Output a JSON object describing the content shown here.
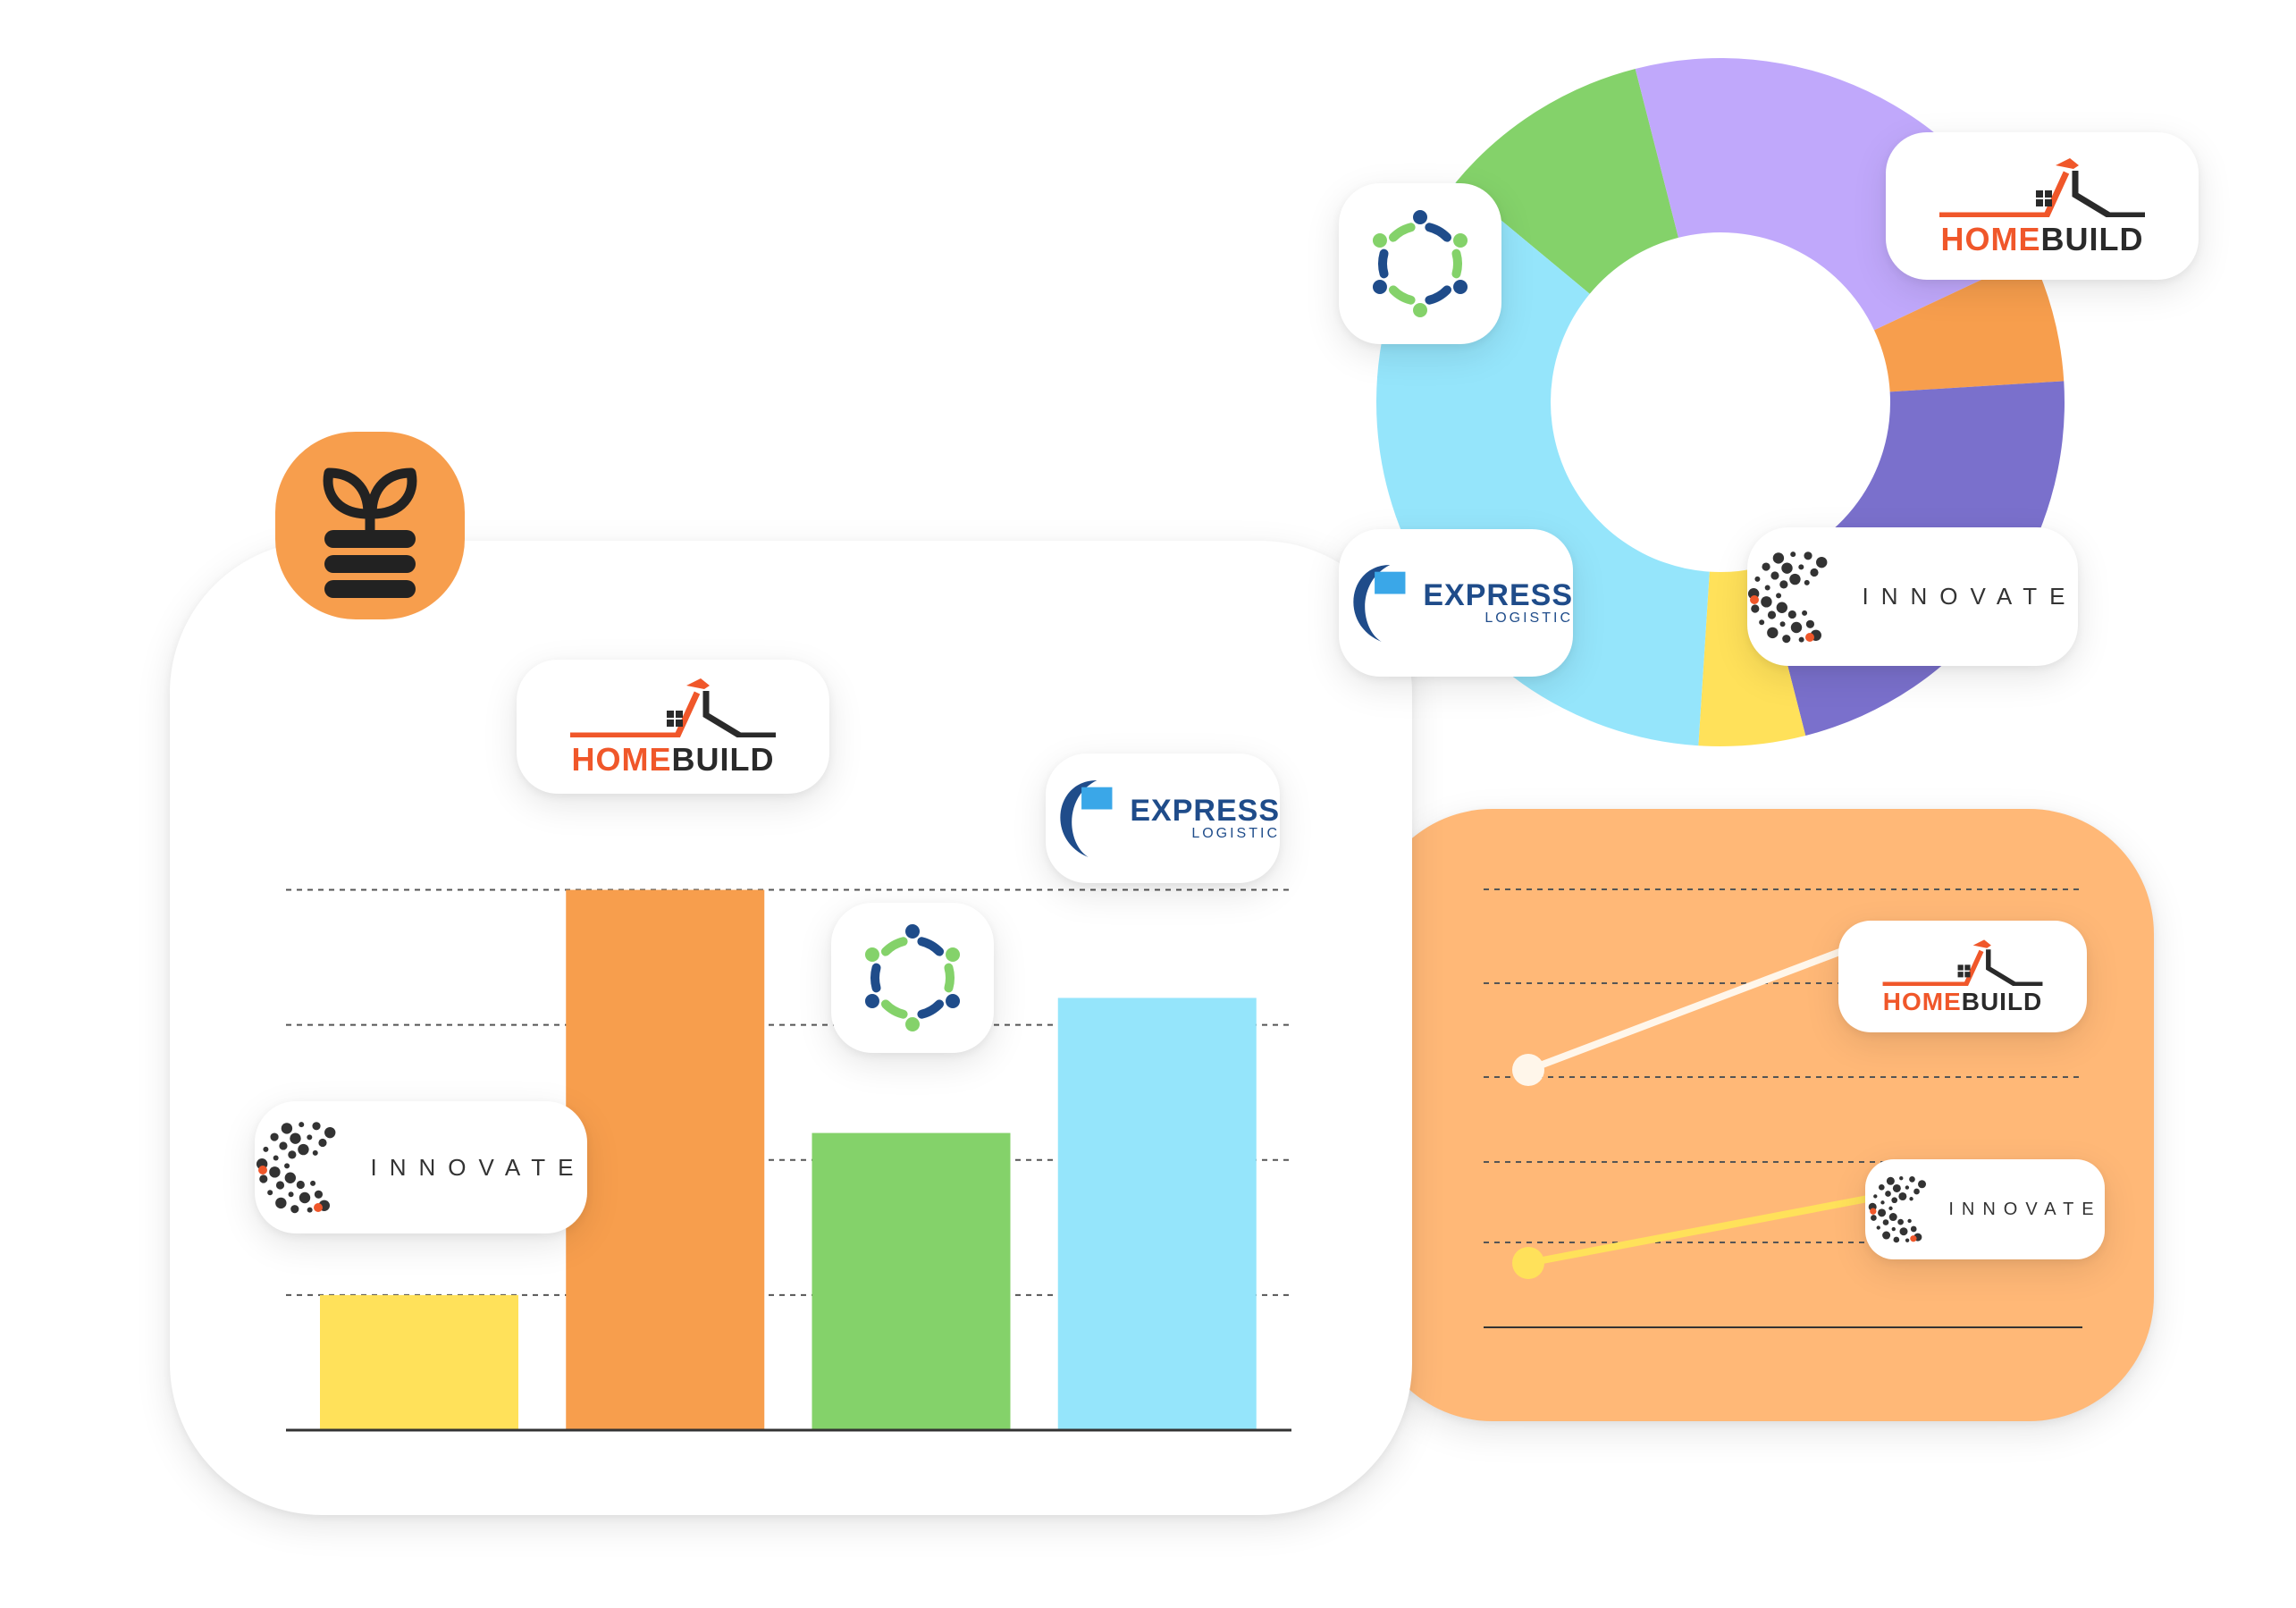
{
  "brands": {
    "homebuild": {
      "word1": "HOME",
      "word2": "BUILD"
    },
    "innovate": {
      "word": "INNOVATE"
    },
    "express": {
      "word1": "EXPRESS",
      "word2": "LOGISTIC"
    }
  },
  "colors": {
    "yellow": "#FFE15A",
    "orange": "#F79E4D",
    "green": "#84D26A",
    "sky": "#95E5FB",
    "lavender": "#C0A8FB",
    "indigo": "#7A70CC",
    "peach": "#FFB877",
    "brand_orange": "#F0572A",
    "brand_blue": "#1F4C8A"
  },
  "icons": [
    "plant-stack-icon",
    "homebuild-logo",
    "innovate-logo",
    "express-logistic-logo",
    "community-circle-logo"
  ],
  "chart_data": [
    {
      "type": "bar",
      "categories": [
        "INNOVATE",
        "HOMEBUILD",
        "Community",
        "EXPRESS LOGISTIC"
      ],
      "values": [
        1,
        4,
        2.2,
        3.2
      ],
      "ylim": [
        0,
        4.5
      ],
      "grid": true,
      "colors": [
        "#FFE15A",
        "#F79E4D",
        "#84D26A",
        "#95E5FB"
      ]
    },
    {
      "type": "pie",
      "labels": [
        "Community",
        "Lavender",
        "HOMEBUILD",
        "Indigo",
        "Yellow",
        "EXPRESS LOGISTIC"
      ],
      "values": [
        10,
        22,
        6,
        22,
        5,
        35
      ],
      "colors": [
        "#84D26A",
        "#C0A8FB",
        "#F79E4D",
        "#7A70CC",
        "#FFE15A",
        "#95E5FB"
      ]
    },
    {
      "type": "line",
      "series": [
        {
          "name": "HOMEBUILD",
          "values": [
            2.4,
            3.6
          ],
          "color": "#FFF6EA"
        },
        {
          "name": "INNOVATE",
          "values": [
            0.6,
            1.2
          ],
          "color": "#FFE15A"
        }
      ],
      "grid": true
    }
  ]
}
